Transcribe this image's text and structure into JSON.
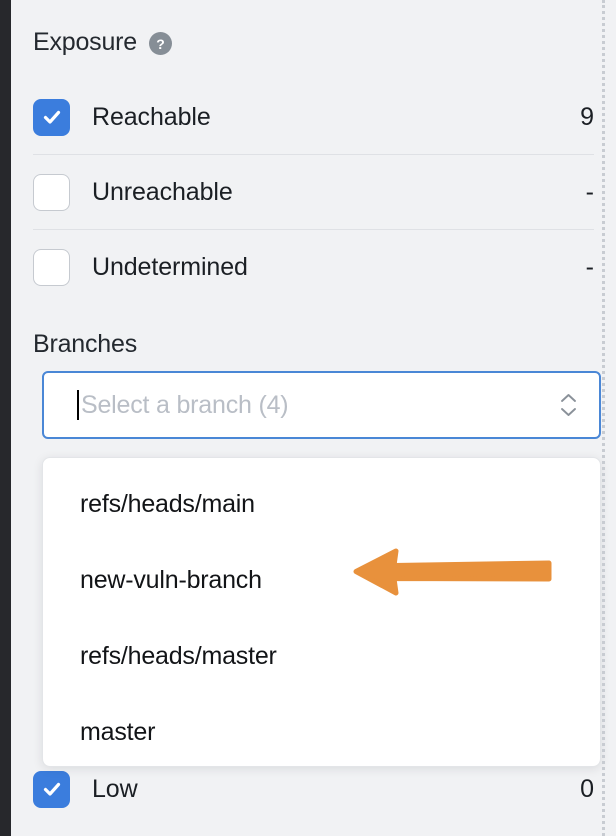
{
  "exposure": {
    "title": "Exposure",
    "help_icon": "help-circle-icon",
    "help_glyph": "?",
    "rows": [
      {
        "label": "Reachable",
        "count": "9",
        "checked": true,
        "icon": "checkmark-icon"
      },
      {
        "label": "Unreachable",
        "count": "-",
        "checked": false,
        "icon": "empty-checkbox-icon"
      },
      {
        "label": "Undetermined",
        "count": "-",
        "checked": false,
        "icon": "empty-checkbox-icon"
      }
    ]
  },
  "severity_partial": {
    "label": "Low",
    "count": "0",
    "checked": true
  },
  "branches": {
    "label": "Branches",
    "select": {
      "placeholder": "Select a branch (4)",
      "value": "",
      "chevron_icon": "chevron-up-down-icon",
      "focused": true
    },
    "options": [
      {
        "label": "refs/heads/main"
      },
      {
        "label": "new-vuln-branch"
      },
      {
        "label": "refs/heads/master"
      },
      {
        "label": "master"
      }
    ]
  },
  "annotation": {
    "type": "arrow-left",
    "points_at": "new-vuln-branch",
    "color": "#e8913c"
  },
  "colors": {
    "background": "#f1f2f4",
    "left_rail": "#27282c",
    "checkbox_checked": "#3b7ddd",
    "focus_border": "#4a87d6",
    "divider": "#dfe1e5",
    "placeholder_text": "#b9bec6",
    "help_icon_bg": "#868e96",
    "dotted_guide": "#c8ccd2"
  }
}
